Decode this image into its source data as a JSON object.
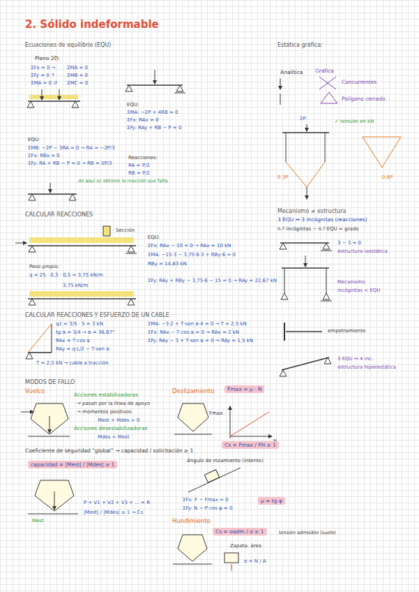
{
  "diagram": {
    "title": "2. Sólido indeformable",
    "nodes": [
      {
        "text": [
          "capacidad = |Mest| / |Mdes| ≥ 1"
        ]
      },
      {
        "text": [
          "Fmax = μ · N"
        ]
      },
      {
        "text": [
          "Cs = Fmax / FH ≥ 1"
        ]
      },
      {
        "text": [
          "μ = tg φ"
        ]
      },
      {
        "text": [
          "Cs = σadm / σ ≥ 1"
        ]
      }
    ],
    "labels": [
      "Ecuaciones de equilibrio (EQU)",
      "Plano 2D:",
      "ΣFx = 0 →",
      "ΣFy = 0 ↑",
      "ΣMA = 0 ↺",
      "ΣMA = 0",
      "ΣMB = 0",
      "ΣMC = 0",
      "EQU:",
      "ΣMA: −2P + 4RB = 0",
      "ΣFx: RAx = 0",
      "ΣFy: RAy + RB − P = 0",
      "Reacciones:",
      "RA = P/2",
      "RB = P/2",
      "EQU:",
      "ΣMB: −2P − 3RA = 0 → RA = −2P/3",
      "ΣFx: RBx = 0",
      "ΣFy: RA + RB − P = 0 → RB = 5P/3",
      "de aquí se obtiene la reacción que falta",
      "Estática gráfica:",
      "Analítica",
      "Gráfica",
      "Concurrentes",
      "Polígono cerrado",
      "✓ tensión en kN",
      "2P",
      "0,3P",
      "0,8P",
      "CALCULAR REACCIONES",
      "Sección",
      "EQU:",
      "ΣFx: RAx − 10 = 0 → RAx = 10 kN",
      "ΣMA: −15·3 − 3,75·6·3 + RBy·6 = 0",
      "RBy = 14,83 kN",
      "ΣFy: RAy + RBy − 3,75·6 − 15 = 0 → RAy = 22,67 kN",
      "Peso propio:",
      "q = 25 · 0,3 · 0,5 = 3,75 kN/m",
      "3,75 kN/m",
      "CALCULAR REACCIONES Y ESFUERZO DE UN CABLE",
      "q1 = 3/5 · 5 = 3 kN",
      "tg α = 3/4 → α = 36,87°",
      "RAx = T·cos α",
      "RAy = q·L/2 − T·sen α",
      "ΣMA: −3·2 + T·sen α·4 = 0 → T = 2,5 kN",
      "ΣFx: RAx − T·cos α = 0 → RAx = 2 kN",
      "ΣFy: RAy − 3 + T·sen α = 0 → RAy = 1,5 kN",
      "T = 2,5 kN → cable a tracción",
      "Mecanismo ≠ estructura",
      "3 EQU ↔ 3 incógnitas (reacciones)",
      "n.º incógnitas − n.º EQU = grado",
      "3 − 3 = 0",
      "estructura isostática",
      "Mecanismo",
      "incógnitas < EQU",
      "empotramiento",
      "3 EQU ↔ 4 inc.",
      "estructura hiperestática",
      "MODOS DE FALLO",
      "Vuelco",
      "Acciones estabilizadoras",
      "→ pasan por la línea de apoyo",
      "→ momentos positivos",
      "Mest + Mdes > 0",
      "Acciones desestabilizadoras",
      "Mdes < Mest",
      "Coeficiente de seguridad “global” → capacidad / solicitación ≥ 1",
      "P + V1 + V2 + V3 + ... = R",
      "|Mest| / |Mdes| ≥ 1 → Cs",
      "Mest",
      "Deslizamiento",
      "N",
      "Fmax",
      "Ángulo de rozamiento (interno)",
      "ΣFx: F − Fmax = 0",
      "ΣFy: N − P·cos φ = 0",
      "Hundimiento",
      "tensión admisible (suelo)",
      "Zapata: área",
      "σ = N / A"
    ]
  }
}
